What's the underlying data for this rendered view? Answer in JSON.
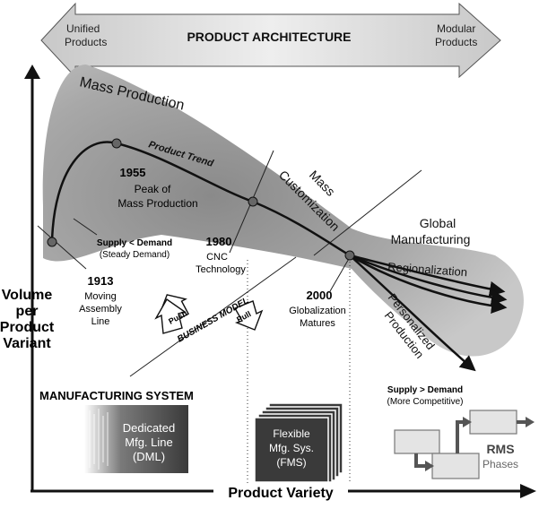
{
  "header": {
    "left_label_line1": "Unified",
    "left_label_line2": "Products",
    "title": "PRODUCT ARCHITECTURE",
    "right_label_line1": "Modular",
    "right_label_line2": "Products"
  },
  "axes": {
    "y_label_line1": "Volume",
    "y_label_line2": "per",
    "y_label_line3": "Product",
    "y_label_line4": "Variant",
    "x_label": "Product Variety"
  },
  "regions": {
    "mass_production": "Mass Production",
    "mass_customization_line1": "Mass",
    "mass_customization_line2": "Customization",
    "global_line1": "Global",
    "global_line2": "Manufacturing",
    "regionalization": "Regionalization",
    "personalized_line1": "Personalized",
    "personalized_line2": "Production"
  },
  "trend_label": "Product Trend",
  "milestones": [
    {
      "year": "1913",
      "line1": "Moving",
      "line2": "Assembly",
      "line3": "Line"
    },
    {
      "year": "1955",
      "line1": "Peak of",
      "line2": "Mass Production"
    },
    {
      "year": "1980",
      "line1": "CNC",
      "line2": "Technology"
    },
    {
      "year": "2000",
      "line1": "Globalization",
      "line2": "Matures"
    }
  ],
  "supply_low": {
    "main": "Supply < Demand",
    "sub": "(Steady Demand)"
  },
  "supply_high": {
    "main": "Supply > Demand",
    "sub": "(More Competitive)"
  },
  "business_model": {
    "title": "BUSINESS MODEL",
    "push": "Push",
    "pull": "Pull"
  },
  "manufacturing": {
    "title": "MANUFACTURING SYSTEM",
    "dml_line1": "Dedicated",
    "dml_line2": "Mfg. Line",
    "dml_line3": "(DML)",
    "fms_line1": "Flexible",
    "fms_line2": "Mfg. Sys.",
    "fms_line3": "(FMS)",
    "rms_title": "RMS",
    "rms_sub": "Phases"
  }
}
